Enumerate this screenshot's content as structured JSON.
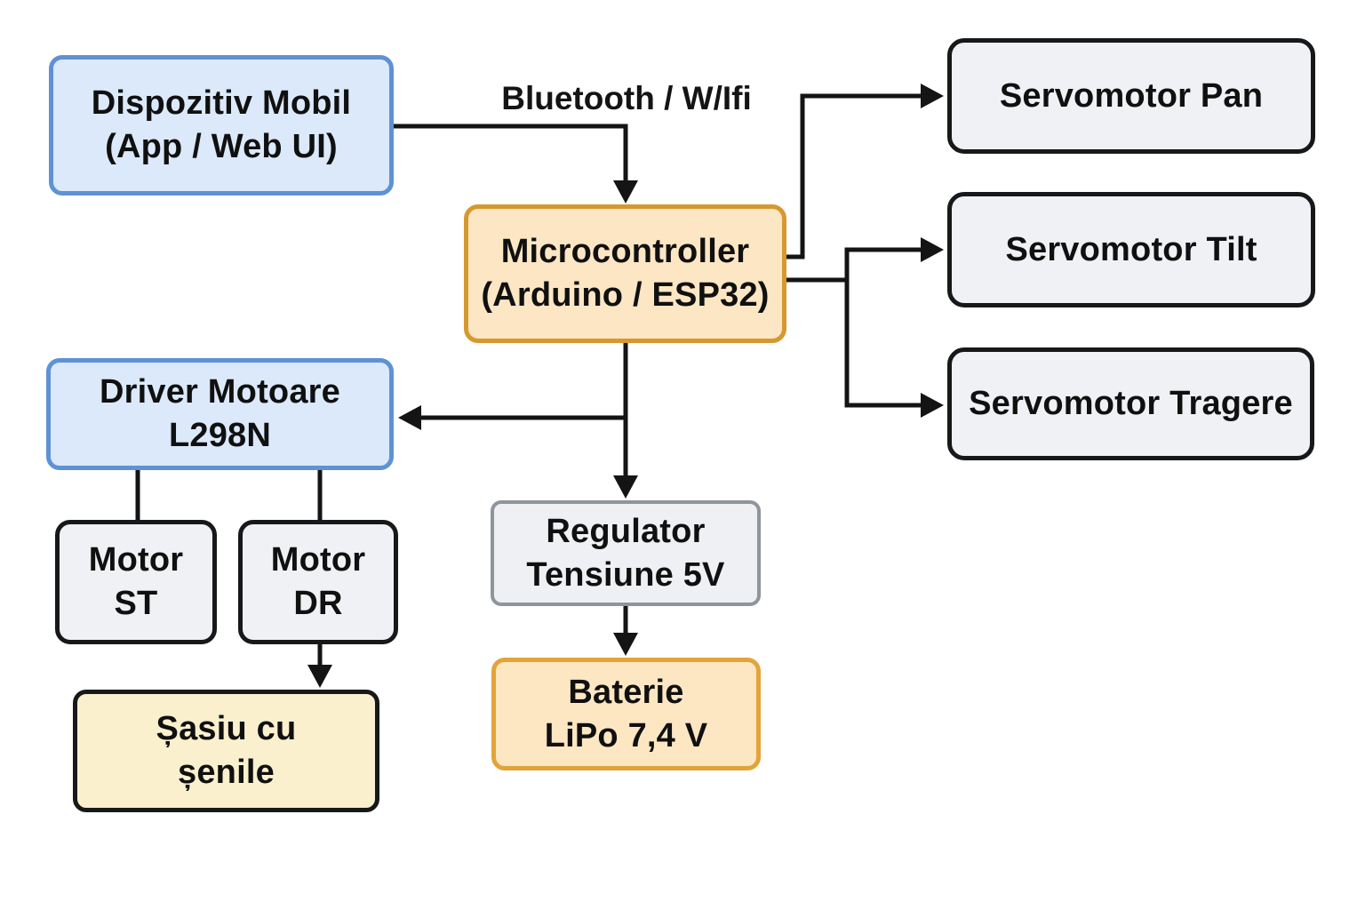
{
  "diagram": {
    "type": "block-diagram",
    "language": "Romanian",
    "connection_label": "Bluetooth / W/Ifi",
    "nodes": {
      "dispozitiv_mobil": {
        "label": "Dispozitiv Mobil\n(App / Web UI)"
      },
      "microcontroller": {
        "label": "Microcontroller\n(Arduino / ESP32)"
      },
      "servomotor_pan": {
        "label": "Servomotor Pan"
      },
      "servomotor_tilt": {
        "label": "Servomotor Tilt"
      },
      "servomotor_tragere": {
        "label": "Servomotor Tragere"
      },
      "driver_motoare": {
        "label": "Driver Motoare\nL298N"
      },
      "motor_st": {
        "label": "Motor\nST"
      },
      "motor_dr": {
        "label": "Motor\nDR"
      },
      "sasiu": {
        "label": "Șasiu cu\nșenile"
      },
      "regulator": {
        "label": "Regulator\nTensiune 5V"
      },
      "baterie": {
        "label": "Baterie\nLiPo 7,4 V"
      }
    },
    "connections": [
      {
        "from": "dispozitiv_mobil",
        "to": "microcontroller",
        "label": "Bluetooth / W/Ifi"
      },
      {
        "from": "microcontroller",
        "to": "servomotor_pan"
      },
      {
        "from": "microcontroller",
        "to": "servomotor_tilt"
      },
      {
        "from": "microcontroller",
        "to": "servomotor_tragere"
      },
      {
        "from": "microcontroller",
        "to": "driver_motoare"
      },
      {
        "from": "microcontroller",
        "to": "regulator"
      },
      {
        "from": "driver_motoare",
        "to": "motor_st"
      },
      {
        "from": "driver_motoare",
        "to": "motor_dr"
      },
      {
        "from": "motor_dr",
        "to": "sasiu"
      },
      {
        "from": "regulator",
        "to": "baterie"
      }
    ],
    "colors": {
      "background": "#ffffff",
      "blue_node_fill": "#dbe9fa",
      "blue_node_border": "#5e92d4",
      "orange_node_fill": "#fce6c4",
      "orange_node_border": "#d6982f",
      "battery_node_fill": "#fde7c3",
      "battery_node_border": "#e2a43a",
      "gray_node_fill": "#f0f1f4",
      "gray_node_border": "#17181a",
      "regulator_node_fill": "#eef0f3",
      "regulator_node_border": "#8f959c",
      "cream_node_fill": "#fbf0cd",
      "line_color": "#141414",
      "text_color": "#101010"
    }
  }
}
